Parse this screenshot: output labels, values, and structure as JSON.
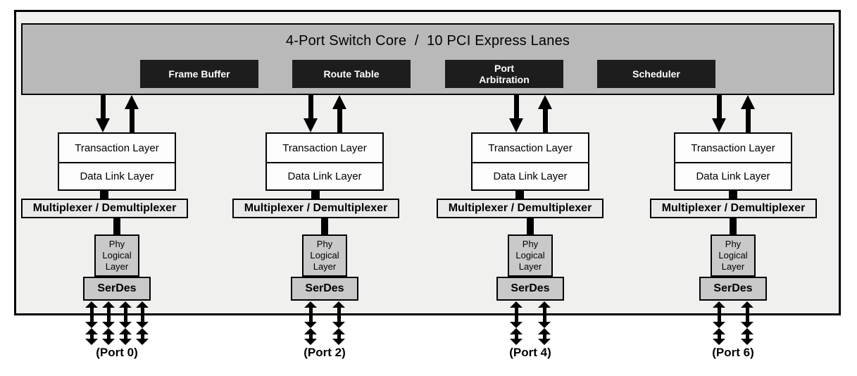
{
  "diagram": {
    "core": {
      "title": "4-Port Switch Core  /  10 PCI Express Lanes",
      "modules": [
        {
          "label": "Frame Buffer"
        },
        {
          "label": "Route Table"
        },
        {
          "label": "Port\nArbitration"
        },
        {
          "label": "Scheduler"
        }
      ]
    },
    "columns": [
      {
        "layers": [
          "Transaction Layer",
          "Data Link Layer"
        ],
        "mux_label": "Multiplexer / Demultiplexer",
        "phy_label": "Phy\nLogical\nLayer",
        "serdes_label": "SerDes",
        "lanes": 4,
        "port_label": "(Port 0)"
      },
      {
        "layers": [
          "Transaction Layer",
          "Data Link Layer"
        ],
        "mux_label": "Multiplexer / Demultiplexer",
        "phy_label": "Phy\nLogical\nLayer",
        "serdes_label": "SerDes",
        "lanes": 2,
        "port_label": "(Port 2)"
      },
      {
        "layers": [
          "Transaction Layer",
          "Data Link Layer"
        ],
        "mux_label": "Multiplexer / Demultiplexer",
        "phy_label": "Phy\nLogical\nLayer",
        "serdes_label": "SerDes",
        "lanes": 2,
        "port_label": "(Port 4)"
      },
      {
        "layers": [
          "Transaction Layer",
          "Data Link Layer"
        ],
        "mux_label": "Multiplexer / Demultiplexer",
        "phy_label": "Phy\nLogical\nLayer",
        "serdes_label": "SerDes",
        "lanes": 2,
        "port_label": "(Port 6)"
      }
    ],
    "total_lanes": 10,
    "colors": {
      "enclosure_fill": "#f0f0ef",
      "core_fill": "#b9b9b9",
      "module_fill": "#1d1d1d",
      "module_text": "#ffffff",
      "layer_box_fill": "#fdfdfd",
      "mux_fill": "#e9e9e9",
      "phy_fill": "#c9c9c9",
      "serdes_fill": "#c9c9c9",
      "arrow": "#000000"
    }
  }
}
